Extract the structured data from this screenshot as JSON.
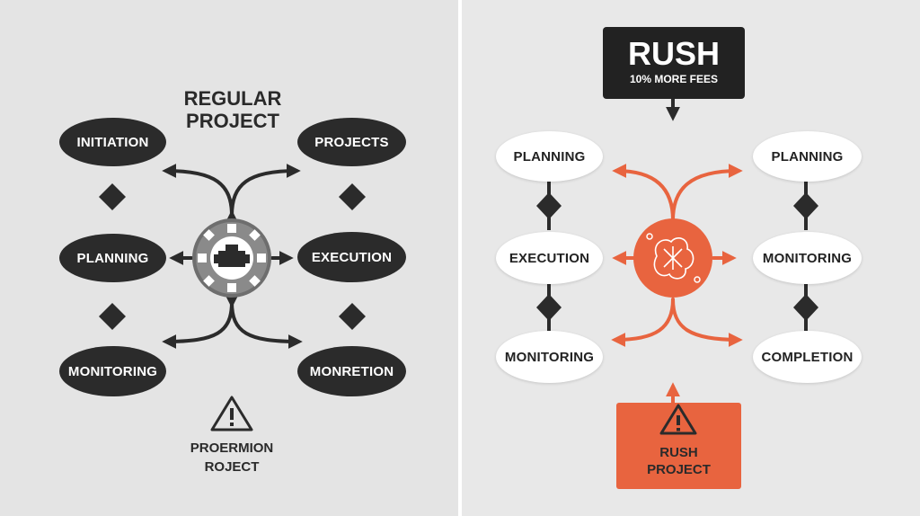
{
  "left": {
    "title_line1": "REGULAR",
    "title_line2": "PROJECT",
    "nodes": [
      "INITIATION",
      "PROJECTS",
      "PLANNING",
      "EXECUTION",
      "MONITORING",
      "MONRETION"
    ],
    "footer_line1": "PROERMION",
    "footer_line2": "ROJECT"
  },
  "right": {
    "badge_title": "RUSH",
    "badge_subtitle": "10% MORE FEES",
    "nodes": [
      "PLANNING",
      "PLANNING",
      "EXECUTION",
      "MONITORING",
      "MONITORING",
      "COMPLETION"
    ],
    "footer_line1": "RUSH",
    "footer_line2": "PROJECT"
  },
  "colors": {
    "dark_node": "#2b2b2b",
    "accent": "#e8643f",
    "badge": "#222222"
  },
  "icons": [
    "gear-icon",
    "flower-icon",
    "warning-icon",
    "down-arrow-icon",
    "diamond-icon"
  ]
}
